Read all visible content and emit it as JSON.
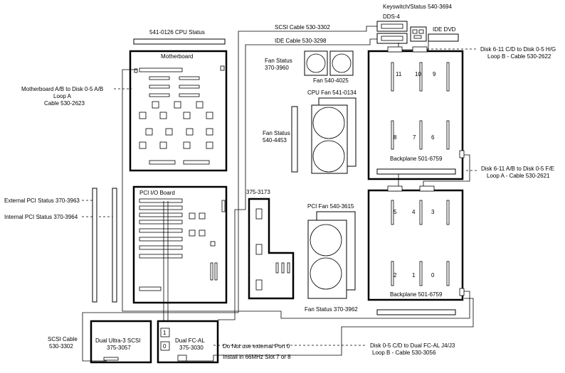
{
  "labels": {
    "keyswitch": "Keyswitch/Status 540-3694",
    "dds": "DDS-4",
    "ide_dvd": "IDE DVD",
    "scsi_cable_top": "SCSI Cable 530-3302",
    "ide_cable": "IDE Cable 530-3298",
    "cpu_status": "541-0126 CPU Status",
    "motherboard": "Motherboard",
    "mb_cable": [
      "Motherboard A/B to Disk 0-5 A/B",
      "Loop A",
      "Cable 530-2623"
    ],
    "fan_status_1": [
      "Fan Status",
      "370-3960"
    ],
    "fan_540_4025": "Fan 540-4025",
    "cpu_fan": "CPU Fan 541-0134",
    "fan_status_2": [
      "Fan Status",
      "540-4453"
    ],
    "disk_top": [
      "Disk 6-11 C/D to Disk 0-5 H/G",
      "Loop B - Cable 530-2622"
    ],
    "backplane_top": "Backplane 501-6759",
    "backplane_bottom": "Backplane 501-6759",
    "disk_mid": [
      "Disk 6-11 A/B to Disk 0-5 F/E",
      "Loop A - Cable 530-2621"
    ],
    "pci_io": "PCI I/O  Board",
    "ext_pci": "External PCI Status 370-3963",
    "int_pci": "Internal PCI Status 370-3964",
    "n375_3173": "375-3173",
    "pci_fan": "PCI Fan 540-3615",
    "fan_status_3": "Fan Status 370-3962",
    "scsi_cable_left": [
      "SCSI Cable",
      "530-3302"
    ],
    "dual_scsi": [
      "Dual Ultra-3 SCSI",
      "375-3057"
    ],
    "dual_fc": [
      "Dual FC-AL",
      "375-3030"
    ],
    "note": [
      "Do Not use external Port 0",
      "Install in 66MHz Slot 7 or 8"
    ],
    "disk_bottom": [
      "Disk 0-5 C/D to Dual FC-AL J4/J3",
      "Loop B - Cable 530-3056"
    ],
    "slots_top": [
      "11",
      "10",
      "9",
      "8",
      "7",
      "6"
    ],
    "slots_bottom": [
      "5",
      "4",
      "3",
      "2",
      "1",
      "0"
    ],
    "fc_ports": [
      "1",
      "0"
    ]
  }
}
